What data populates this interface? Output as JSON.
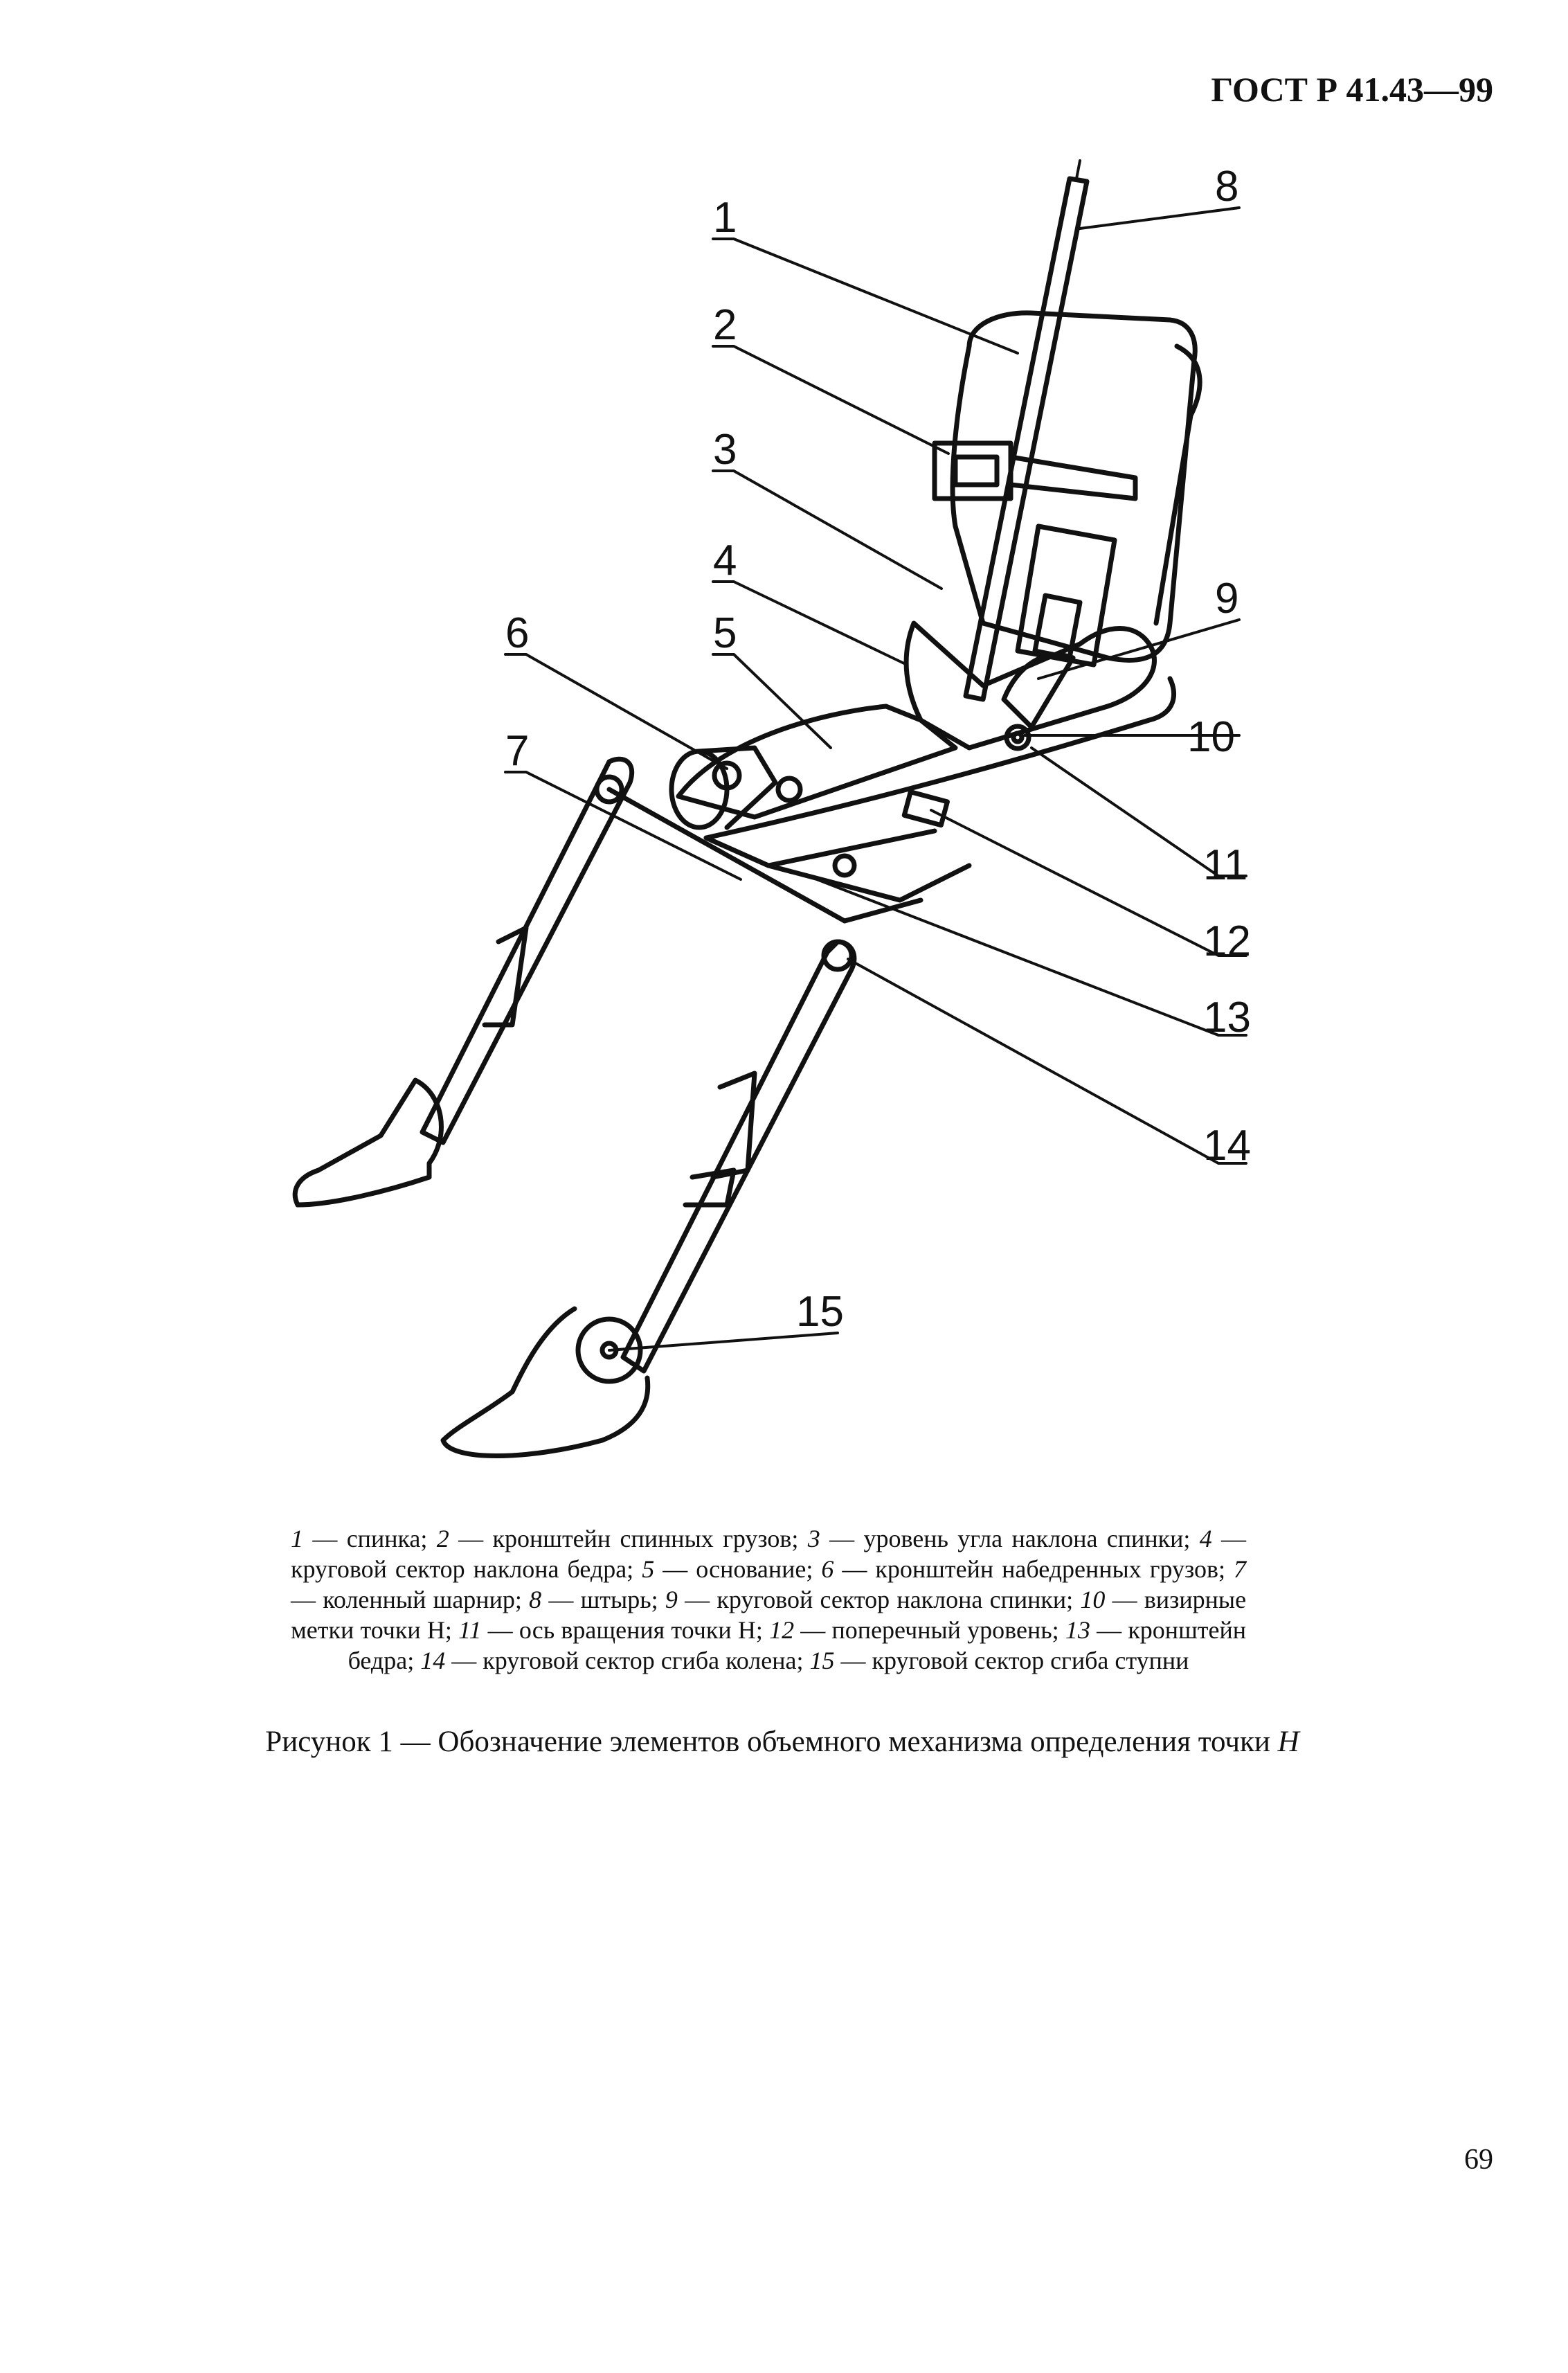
{
  "header": {
    "doc_number": "ГОСТ Р 41.43—99"
  },
  "figure": {
    "callouts": [
      "1",
      "2",
      "3",
      "4",
      "5",
      "6",
      "7",
      "8",
      "9",
      "10",
      "11",
      "12",
      "13",
      "14",
      "15"
    ]
  },
  "legend": {
    "items": [
      {
        "num": "1",
        "text": "спинка;"
      },
      {
        "num": "2",
        "text": "кронштейн спинных грузов;"
      },
      {
        "num": "3",
        "text": "уровень угла наклона спинки;"
      },
      {
        "num": "4",
        "text": "круговой сектор наклона бедра;"
      },
      {
        "num": "5",
        "text": "основание;"
      },
      {
        "num": "6",
        "text": "кронштейн набедренных грузов;"
      },
      {
        "num": "7",
        "text": "коленный шарнир;"
      },
      {
        "num": "8",
        "text": "штырь;"
      },
      {
        "num": "9",
        "text": "круговой сектор наклона спинки;"
      },
      {
        "num": "10",
        "text": "визирные метки точки Н;"
      },
      {
        "num": "11",
        "text": "ось вращения точки Н;"
      },
      {
        "num": "12",
        "text": "поперечный уровень;"
      },
      {
        "num": "13",
        "text": "кронштейн бедра;"
      },
      {
        "num": "14",
        "text": "круговой сектор сгиба колена;"
      },
      {
        "num": "15",
        "text": "круговой сектор сгиба ступни"
      }
    ]
  },
  "caption": {
    "prefix": "Рисунок 1 — Обозначение элементов объемного механизма определения точки",
    "point": "Н"
  },
  "page_number": "69"
}
